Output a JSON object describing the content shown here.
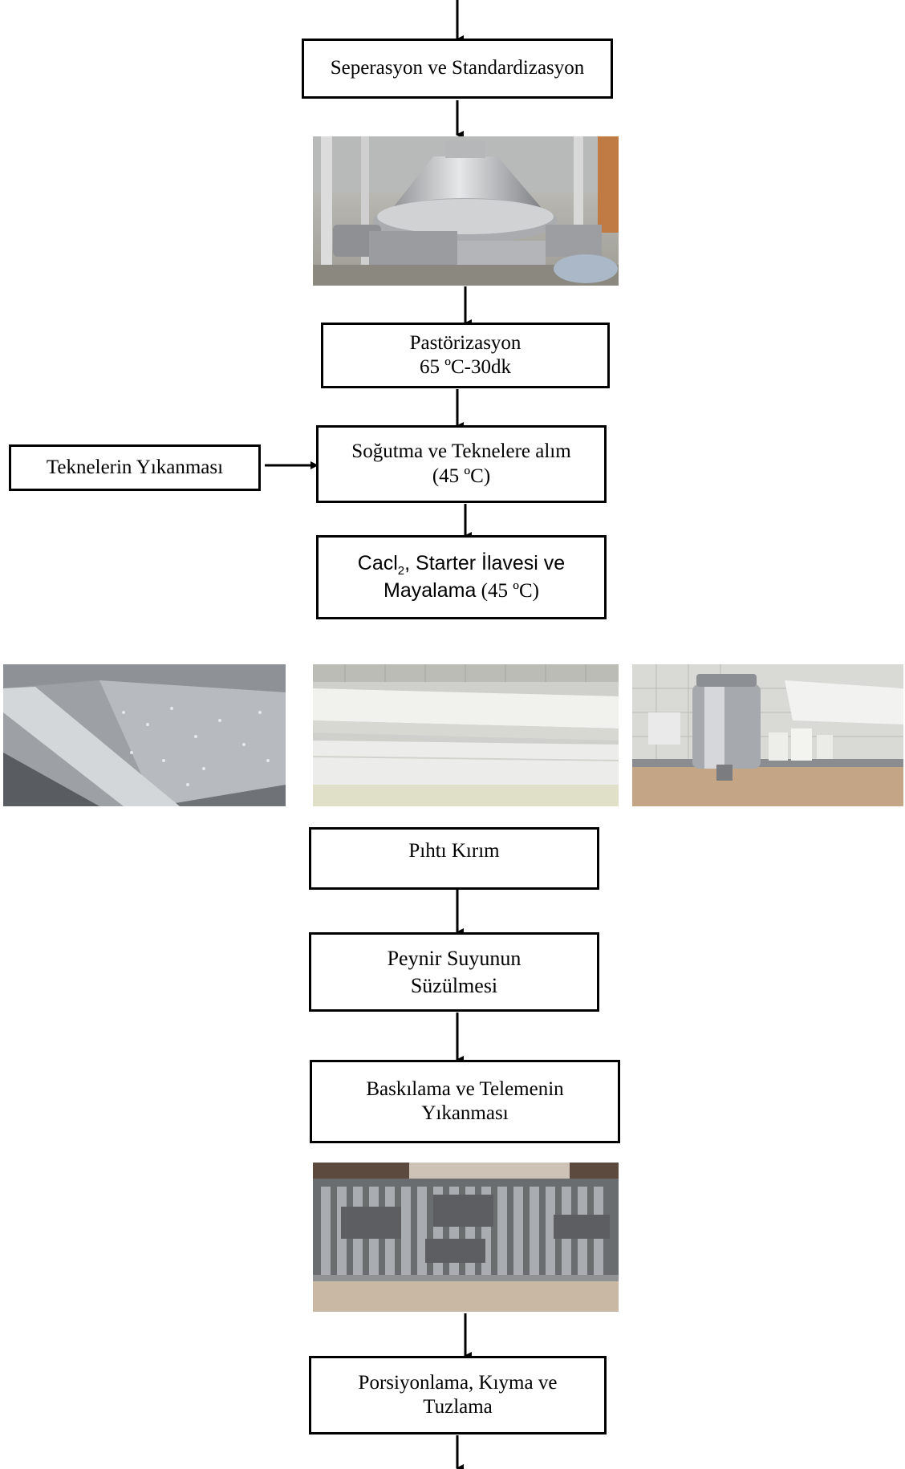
{
  "steps": {
    "seperasyon": "Seperasyon ve Standardizasyon",
    "pastorizasyon_1": "Pastörizasyon",
    "pastorizasyon_2": "65 ºC-30dk",
    "sogutma_1": "Soğutma ve Teknelere alım",
    "sogutma_2": "(45 ºC)",
    "tekne_yikama": "Teknelerin Yıkanması",
    "mayalama_1a": "Cacl",
    "mayalama_1sub": "2",
    "mayalama_1b": ",  Starter İlavesi ve",
    "mayalama_2a": "Mayalama",
    "mayalama_2b": " (45 ºC)",
    "pihti": "Pıhtı Kırım",
    "suzme_1": "Peynir Suyunun",
    "suzme_2": "Süzülmesi",
    "baski_1": "Baskılama ve Telemenin",
    "baski_2": "Yıkanması",
    "porsiyon_1": "Porsiyonlama, Kıyma ve",
    "porsiyon_2": "Tuzlama"
  }
}
